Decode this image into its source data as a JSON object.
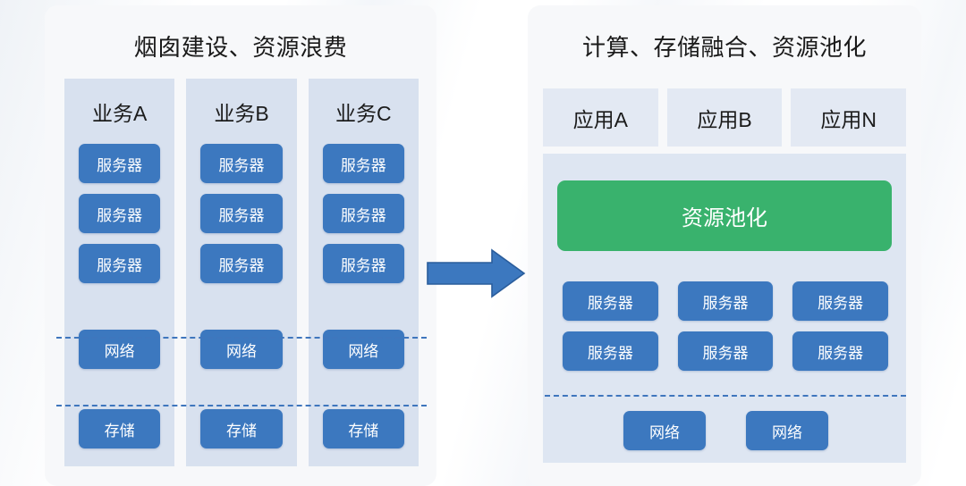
{
  "left": {
    "title": "烟囱建设、资源浪费",
    "columns": [
      {
        "header": "业务A",
        "servers": [
          "服务器",
          "服务器",
          "服务器"
        ],
        "network": "网络",
        "storage": "存储"
      },
      {
        "header": "业务B",
        "servers": [
          "服务器",
          "服务器",
          "服务器"
        ],
        "network": "网络",
        "storage": "存储"
      },
      {
        "header": "业务C",
        "servers": [
          "服务器",
          "服务器",
          "服务器"
        ],
        "network": "网络",
        "storage": "存储"
      }
    ]
  },
  "arrow": {
    "icon": "right-arrow-icon",
    "color": "#3c78bf"
  },
  "right": {
    "title": "计算、存储融合、资源池化",
    "apps": [
      "应用A",
      "应用B",
      "应用N"
    ],
    "pool": {
      "label": "资源池化",
      "color": "#39b26d"
    },
    "servers": [
      "服务器",
      "服务器",
      "服务器",
      "服务器",
      "服务器",
      "服务器"
    ],
    "networks": [
      "网络",
      "网络"
    ]
  },
  "colors": {
    "chip_blue": "#3c78bf",
    "column_bg": "#d8e1ef",
    "panel_bg": "#f7f8fa",
    "pool_green": "#39b26d",
    "dashed_line": "#3f76bd"
  }
}
